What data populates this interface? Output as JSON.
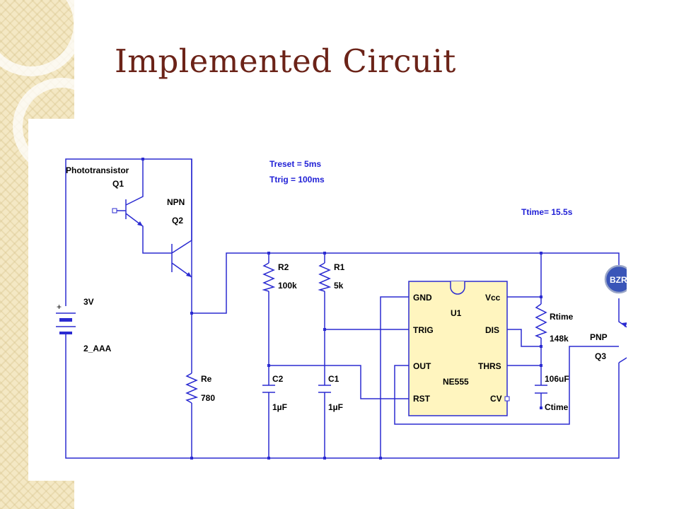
{
  "slide": {
    "title": "Implemented Circuit"
  },
  "schematic": {
    "notes": {
      "treset": "Treset = 5ms",
      "ttrig": "Ttrig = 100ms",
      "ttime": "Ttime= 15.5s"
    },
    "q1": {
      "label": "Phototransistor",
      "ref": "Q1"
    },
    "q2": {
      "type": "NPN",
      "ref": "Q2"
    },
    "battery": {
      "voltage": "3V",
      "name": "2_AAA",
      "plus": "+"
    },
    "re": {
      "ref": "Re",
      "value": "780"
    },
    "r2": {
      "ref": "R2",
      "value": "100k"
    },
    "r1": {
      "ref": "R1",
      "value": "5k"
    },
    "c2": {
      "ref": "C2",
      "value": "1µF"
    },
    "c1": {
      "ref": "C1",
      "value": "1µF"
    },
    "ne555": {
      "ref": "U1",
      "name": "NE555",
      "pins": {
        "gnd": "GND",
        "vcc": "Vcc",
        "trig": "TRIG",
        "dis": "DIS",
        "out": "OUT",
        "thrs": "THRS",
        "rst": "RST",
        "cv": "CV"
      }
    },
    "rtime": {
      "ref": "Rtime",
      "value": "148k"
    },
    "ctime": {
      "ref": "Ctime",
      "value": "106uF"
    },
    "buzzer": {
      "label": "BZR"
    },
    "q3": {
      "type": "PNP",
      "ref": "Q3"
    }
  },
  "colors": {
    "title": "#6b2318",
    "wire": "#2b2bd1",
    "ic_fill": "#fff5bf",
    "buzzer_fill": "#3a55b8",
    "decor": "#f4e8c4"
  }
}
